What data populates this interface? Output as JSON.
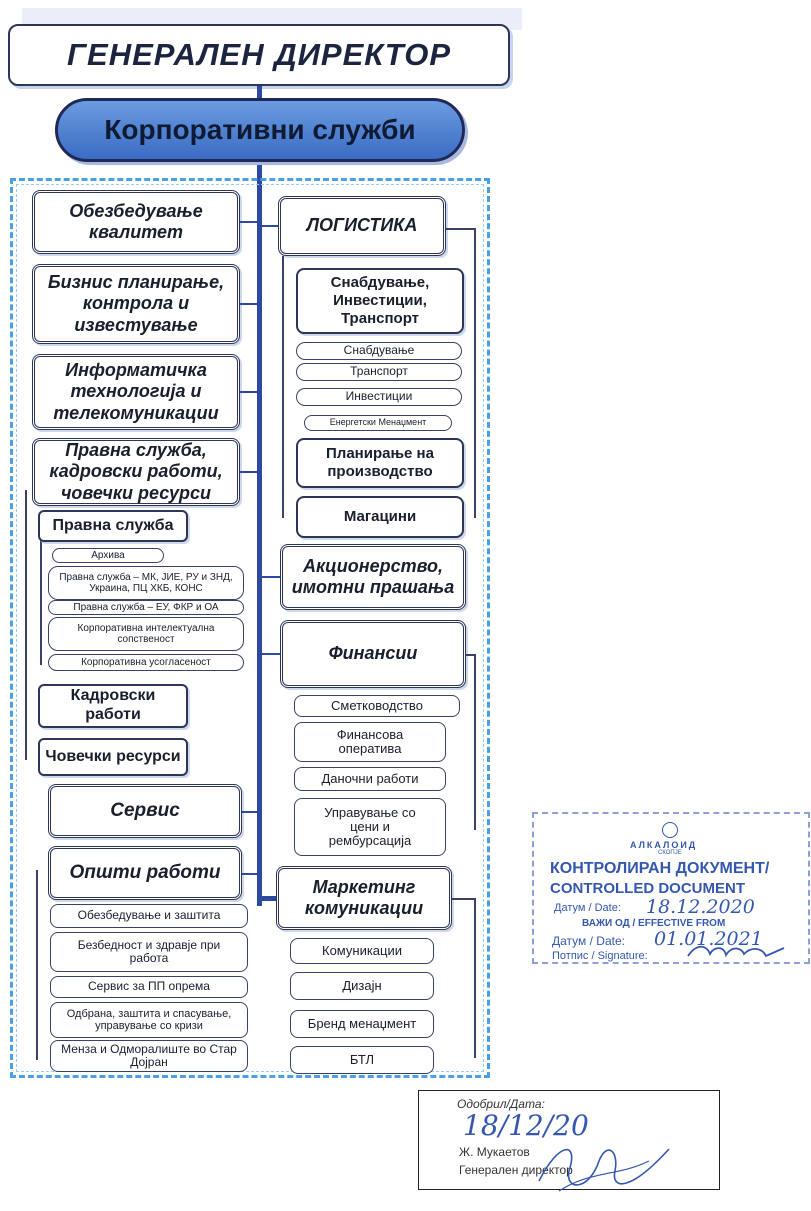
{
  "top": {
    "title": "ГЕНЕРАЛЕН ДИРЕКТОР",
    "corporate": "Корпоративни служби"
  },
  "left": {
    "quality": "Обезбедување квалитет",
    "business": "Бизнис планирање, контрола и известување",
    "it": "Информатичка технологија и телекомуникации",
    "legal_hr": "Правна служба, кадровски работи, човечки ресурси",
    "legal": "Правна служба",
    "legal_items": [
      "Архива",
      "Правна служба – МК, ЈИЕ, РУ и ЗНД, Украина, ПЦ ХКБ, КОНС",
      "Правна служба – ЕУ, ФКР и ОА",
      "Корпоративна интелектуална сопственост",
      "Корпоративна усогласеност"
    ],
    "personnel": "Кадровски работи",
    "human_resources": "Човечки ресурси",
    "service": "Сервис",
    "general": "Општи работи",
    "general_items": [
      "Обезбедување и заштита",
      "Безбедност и здравје при работа",
      "Сервис за ПП опрема",
      "Одбрана, заштита и спасување, управување со кризи",
      "Менза и Одморалиште во Стар Дојран"
    ]
  },
  "right": {
    "logistics": "ЛОГИСТИКА",
    "supply_group": "Снабдување, Инвестиции, Транспорт",
    "supply_items": [
      "Снабдување",
      "Транспорт",
      "Инвестиции",
      "Енергетски Менаџмент"
    ],
    "planning": "Планирање на производство",
    "warehouses": "Магацини",
    "shareholding": "Акционерство, имотни прашања",
    "finance": "Финансии",
    "finance_items": [
      "Сметководство",
      "Финансова оператива",
      "Даночни работи",
      "Управување со цени и рембурсација"
    ],
    "marketing": "Маркетинг комуникации",
    "marketing_items": [
      "Комуникации",
      "Дизајн",
      "Бренд менаџмент",
      "БТЛ"
    ]
  },
  "stamp": {
    "logo_text": "АЛКАЛОИД",
    "logo_sub": "СКОПЈЕ",
    "controlled_mk": "КОНТРОЛИРАН ДОКУМЕНТ/",
    "controlled_en": "CONTROLLED DOCUMENT",
    "date_label": "Датум / Date:",
    "date_value": "18.12.2020",
    "effective_label": "ВАЖИ ОД / EFFECTIVE FROM",
    "effective_date_label": "Датум / Date:",
    "effective_value": "01.01.2021",
    "signature_label": "Потпис / Signature:"
  },
  "approval": {
    "label": "Одобрил/Дата:",
    "handwritten_date": "18/12/20",
    "name": "Ж. Мукаетов",
    "role": "Генерален директор"
  },
  "colors": {
    "line": "#2c4aa0",
    "dashed": "#4aa0e0",
    "stamp": "#3557b0",
    "corporate_fill": "#4a7bd0"
  }
}
